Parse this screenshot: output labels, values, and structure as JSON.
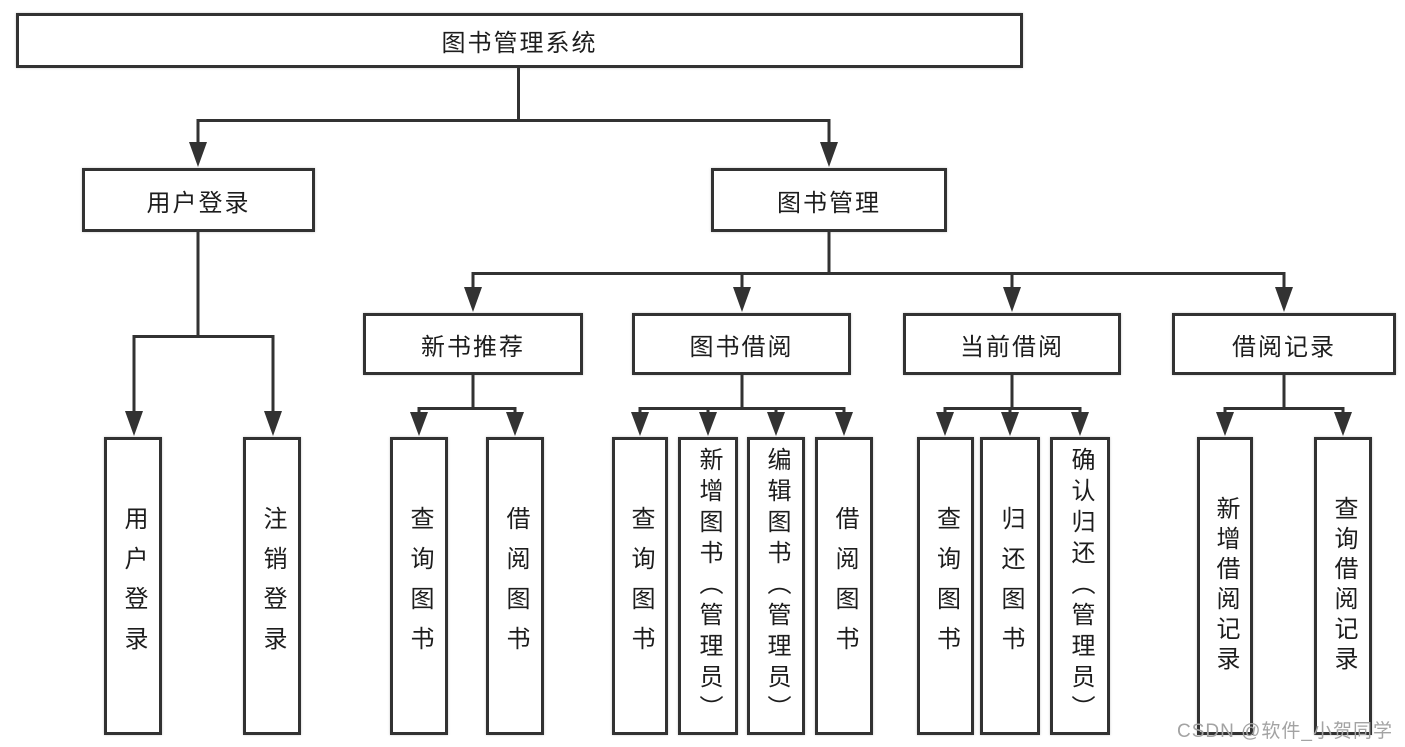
{
  "tree": {
    "root": {
      "label": "图书管理系统"
    },
    "branches": [
      {
        "label": "用户登录",
        "children": [
          {
            "label": "用户登录"
          },
          {
            "label": "注销登录"
          }
        ]
      },
      {
        "label": "图书管理",
        "children": [
          {
            "label": "新书推荐",
            "children": [
              {
                "label": "查询图书"
              },
              {
                "label": "借阅图书"
              }
            ]
          },
          {
            "label": "图书借阅",
            "children": [
              {
                "label": "查询图书"
              },
              {
                "label": "新增图书（管理员）"
              },
              {
                "label": "编辑图书（管理员）"
              },
              {
                "label": "借阅图书"
              }
            ]
          },
          {
            "label": "当前借阅",
            "children": [
              {
                "label": "查询图书"
              },
              {
                "label": "归还图书"
              },
              {
                "label": "确认归还（管理员）"
              }
            ]
          },
          {
            "label": "借阅记录",
            "children": [
              {
                "label": "新增借阅记录"
              },
              {
                "label": "查询借阅记录"
              }
            ]
          }
        ]
      }
    ]
  },
  "watermark": "CSDN @软件_小贺同学",
  "colors": {
    "line": "#323232",
    "text": "#1d1d1d",
    "background": "#ffffff",
    "watermark": "#a3a3a3"
  }
}
